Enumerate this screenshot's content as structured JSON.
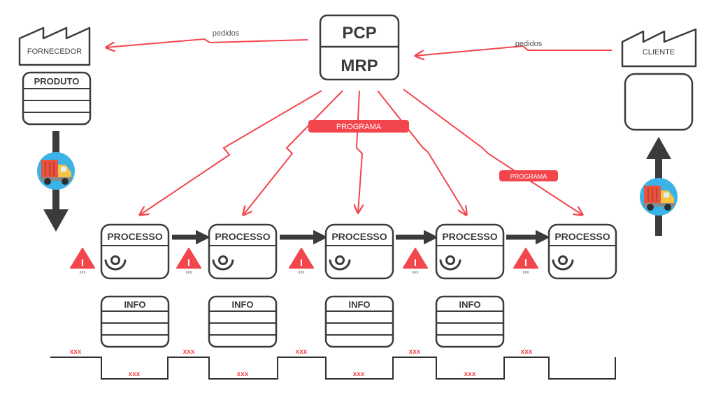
{
  "planning": {
    "top_label": "PCP",
    "bottom_label": "MRP"
  },
  "supplier": {
    "label": "FORNECEDOR",
    "orders_label": "pedidos"
  },
  "customer": {
    "label": "CLIENTE",
    "orders_label": "pedidos"
  },
  "product_box": {
    "title": "PRODUTO"
  },
  "schedule_badges": [
    "PROGRAMA",
    "PROGRAMA"
  ],
  "processes": [
    {
      "title": "PROCESSO",
      "inventory": "xxx",
      "info": "INFO"
    },
    {
      "title": "PROCESSO",
      "inventory": "xxx",
      "info": "INFO"
    },
    {
      "title": "PROCESSO",
      "inventory": "xxx",
      "info": "INFO"
    },
    {
      "title": "PROCESSO",
      "inventory": "xxx",
      "info": "INFO"
    },
    {
      "title": "PROCESSO",
      "inventory": "xxx",
      "info": null
    }
  ],
  "inventory_symbol": "I",
  "timeline": {
    "wait_times": [
      "xxx",
      "xxx",
      "xxx",
      "xxx",
      "xxx"
    ],
    "process_times": [
      "xxx",
      "xxx",
      "xxx",
      "xxx"
    ]
  },
  "colors": {
    "accent": "#f2464c",
    "stroke": "#3b3b3b",
    "truck_circle": "#3bb3e6",
    "truck_cargo": "#e8533f",
    "truck_cab": "#f6c343"
  }
}
